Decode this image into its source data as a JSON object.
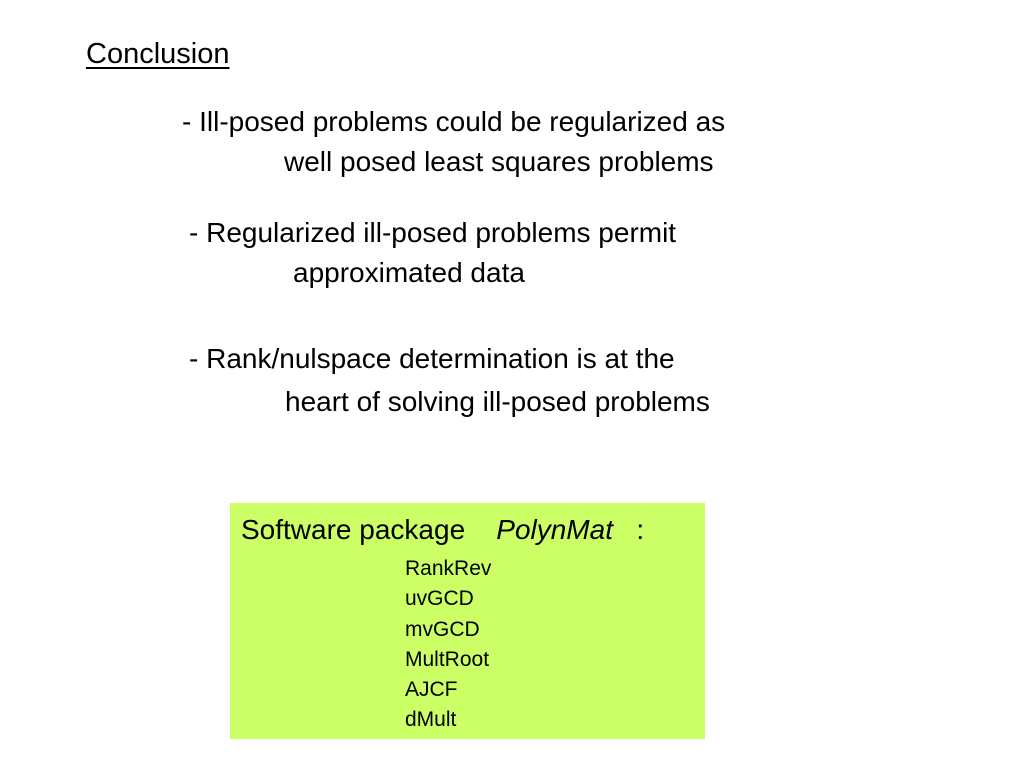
{
  "title": "Conclusion",
  "bullets": [
    {
      "line1": "-  Ill-posed problems could be regularized as",
      "line2": "well posed least squares problems"
    },
    {
      "line1": "-  Regularized ill-posed problems permit",
      "line2": "approximated data"
    },
    {
      "line1": "- Rank/nulspace determination is at the",
      "line2": "heart of solving ill-posed problems"
    }
  ],
  "software_box": {
    "label": "Software package",
    "package_name": "PolynMat",
    "colon": ":",
    "items": [
      "RankRev",
      "uvGCD",
      "mvGCD",
      "MultRoot",
      "AJCF",
      "dMult"
    ],
    "background_color": "#ccff66"
  }
}
